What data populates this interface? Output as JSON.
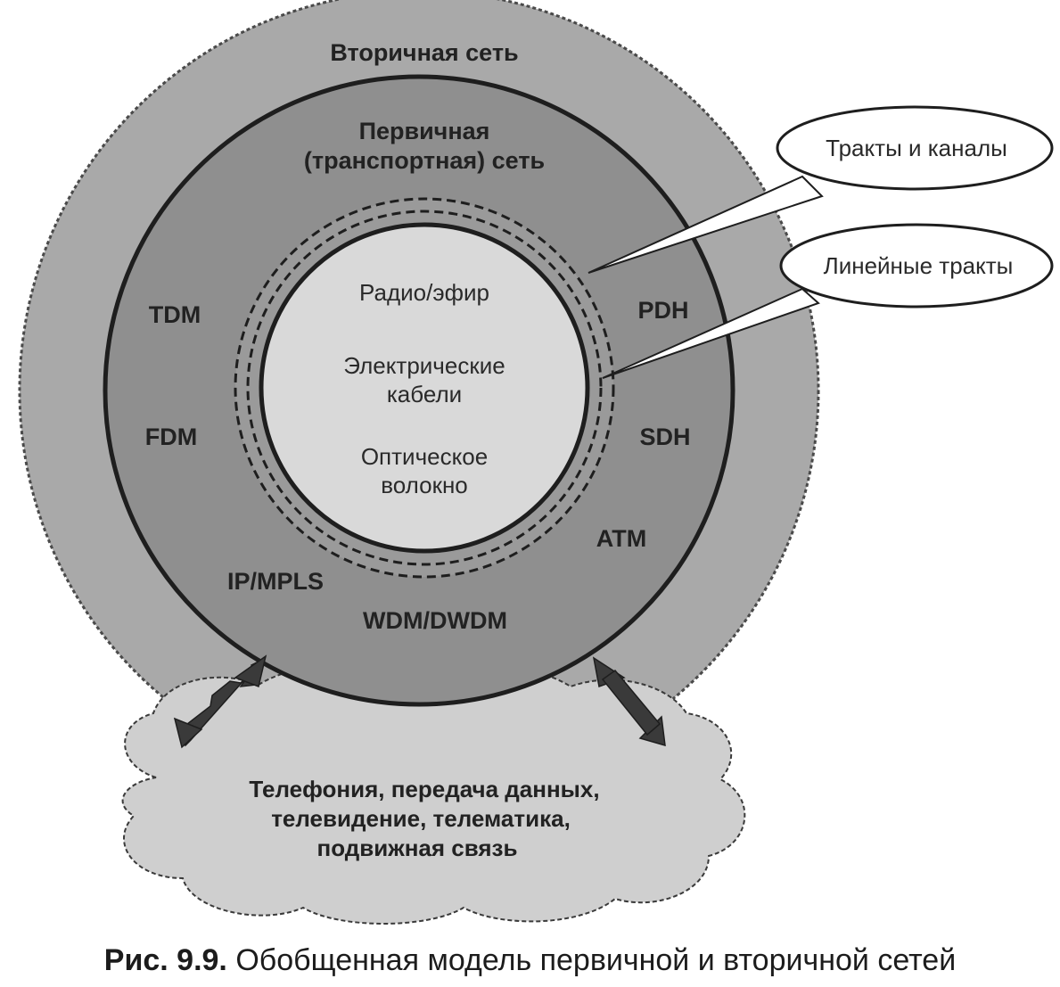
{
  "diagram": {
    "outer_ring": {
      "title": "Вторичная сеть"
    },
    "middle_ring": {
      "title_line1": "Первичная",
      "title_line2": "(транспортная) сеть",
      "technologies_left": [
        "TDM",
        "FDM"
      ],
      "technologies_right": [
        "PDH",
        "SDH",
        "ATM"
      ],
      "technologies_bottom": [
        "IP/MPLS",
        "WDM/DWDM"
      ]
    },
    "inner_circle": {
      "media": [
        {
          "line1": "Радио/эфир",
          "line2": ""
        },
        {
          "line1": "Электрические",
          "line2": "кабели"
        },
        {
          "line1": "Оптическое",
          "line2": "волокно"
        }
      ]
    },
    "callouts": {
      "channels": "Тракты и каналы",
      "linear": "Линейные тракты"
    },
    "cloud": {
      "line1": "Телефония, передача данных,",
      "line2": "телевидение, телематика,",
      "line3": "подвижная связь"
    }
  },
  "caption": {
    "number": "Рис. 9.9.",
    "text": "Обобщенная модель первичной и вторичной сетей"
  },
  "colors": {
    "outer_ring": "#a9a9a9",
    "middle_ring": "#8f8f8f",
    "inner_circle": "#d9d9d9",
    "cloud": "#cfcfcf",
    "outline": "#1e1e1e",
    "arrow": "#3a3a3a"
  }
}
